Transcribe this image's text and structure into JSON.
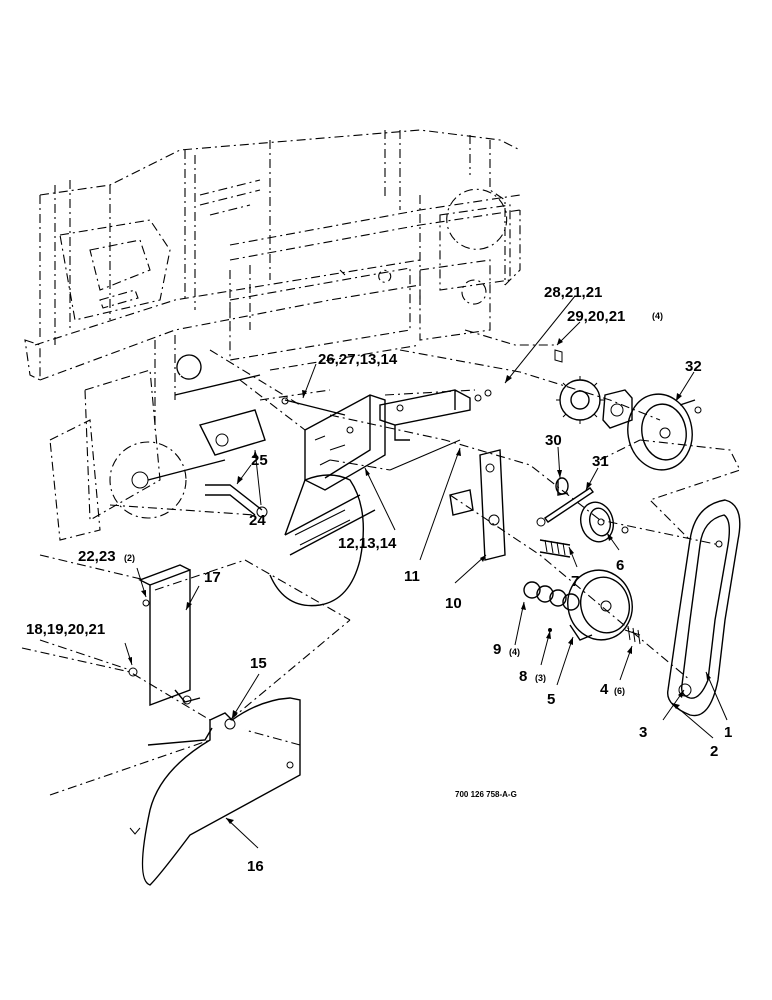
{
  "drawing_number": "700 126 758-A-G",
  "callouts": {
    "c1": "1",
    "c2": "2",
    "c3": "3",
    "c4": "4",
    "c4q": "(6)",
    "c5": "5",
    "c6": "6",
    "c7": "7",
    "c8": "8",
    "c8q": "(3)",
    "c9": "9",
    "c9q": "(4)",
    "c10": "10",
    "c11": "11",
    "c12": "12,13,14",
    "c15": "15",
    "c16": "16",
    "c17": "17",
    "c18": "18,19,20,21",
    "c22": "22,23",
    "c22q": "(2)",
    "c24": "24",
    "c25": "25",
    "c26": "26,27,13,14",
    "c28": "28,21,21",
    "c29": "29,20,21",
    "c29q": "(4)",
    "c30": "30",
    "c31": "31",
    "c32": "32"
  }
}
